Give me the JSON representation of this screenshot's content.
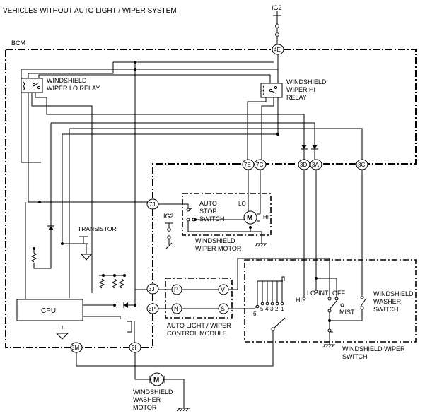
{
  "title": "VEHICLES WITHOUT AUTO LIGHT / WIPER SYSTEM",
  "labels": {
    "bcm": "BCM",
    "ig2_top": "IG2",
    "ig2_mid": "IG2",
    "lo_relay_1": "WINDSHIELD",
    "lo_relay_2": "WIPER LO RELAY",
    "hi_relay_1": "WINDSHIELD",
    "hi_relay_2": "WIPER HI",
    "hi_relay_3": "RELAY",
    "transistor": "TRANSISTOR",
    "cpu": "CPU",
    "auto_stop_1": "AUTO",
    "auto_stop_2": "STOP",
    "auto_stop_3": "SWITCH",
    "wiper_motor_1": "WINDSHIELD",
    "wiper_motor_2": "WIPER MOTOR",
    "motor_lo": "LO",
    "motor_hi": "HI",
    "motor_m": "M",
    "washer_m": "M",
    "alw_1": "AUTO LIGHT / WIPER",
    "alw_2": "CONTROL MODULE",
    "ws_wiper_sw_1": "WINDSHIELD WIPER",
    "ws_wiper_sw_2": "SWITCH",
    "ws_washer_sw_1": "WINDSHIELD",
    "ws_washer_sw_2": "WASHER",
    "ws_washer_sw_3": "SWITCH",
    "washer_motor_1": "WINDSHIELD",
    "washer_motor_2": "WASHER",
    "washer_motor_3": "MOTOR",
    "sw_hi": "HI",
    "sw_lo": "LO",
    "sw_int": "INT",
    "sw_off": "OFF",
    "sw_mist": "MIST"
  },
  "connectors": {
    "c4e": "4E",
    "c7e": "7E",
    "c7g": "7G",
    "c3d": "3D",
    "c3a": "3A",
    "c3g": "3G",
    "c7j": "7J",
    "c3j": "3J",
    "c3p": "3P",
    "c3m": "3M",
    "c2i": "2I"
  },
  "module_terminals": {
    "p": "P",
    "n": "N",
    "v": "V",
    "s": "S"
  },
  "int_positions": [
    "6",
    "5",
    "4",
    "3",
    "2",
    "1"
  ]
}
